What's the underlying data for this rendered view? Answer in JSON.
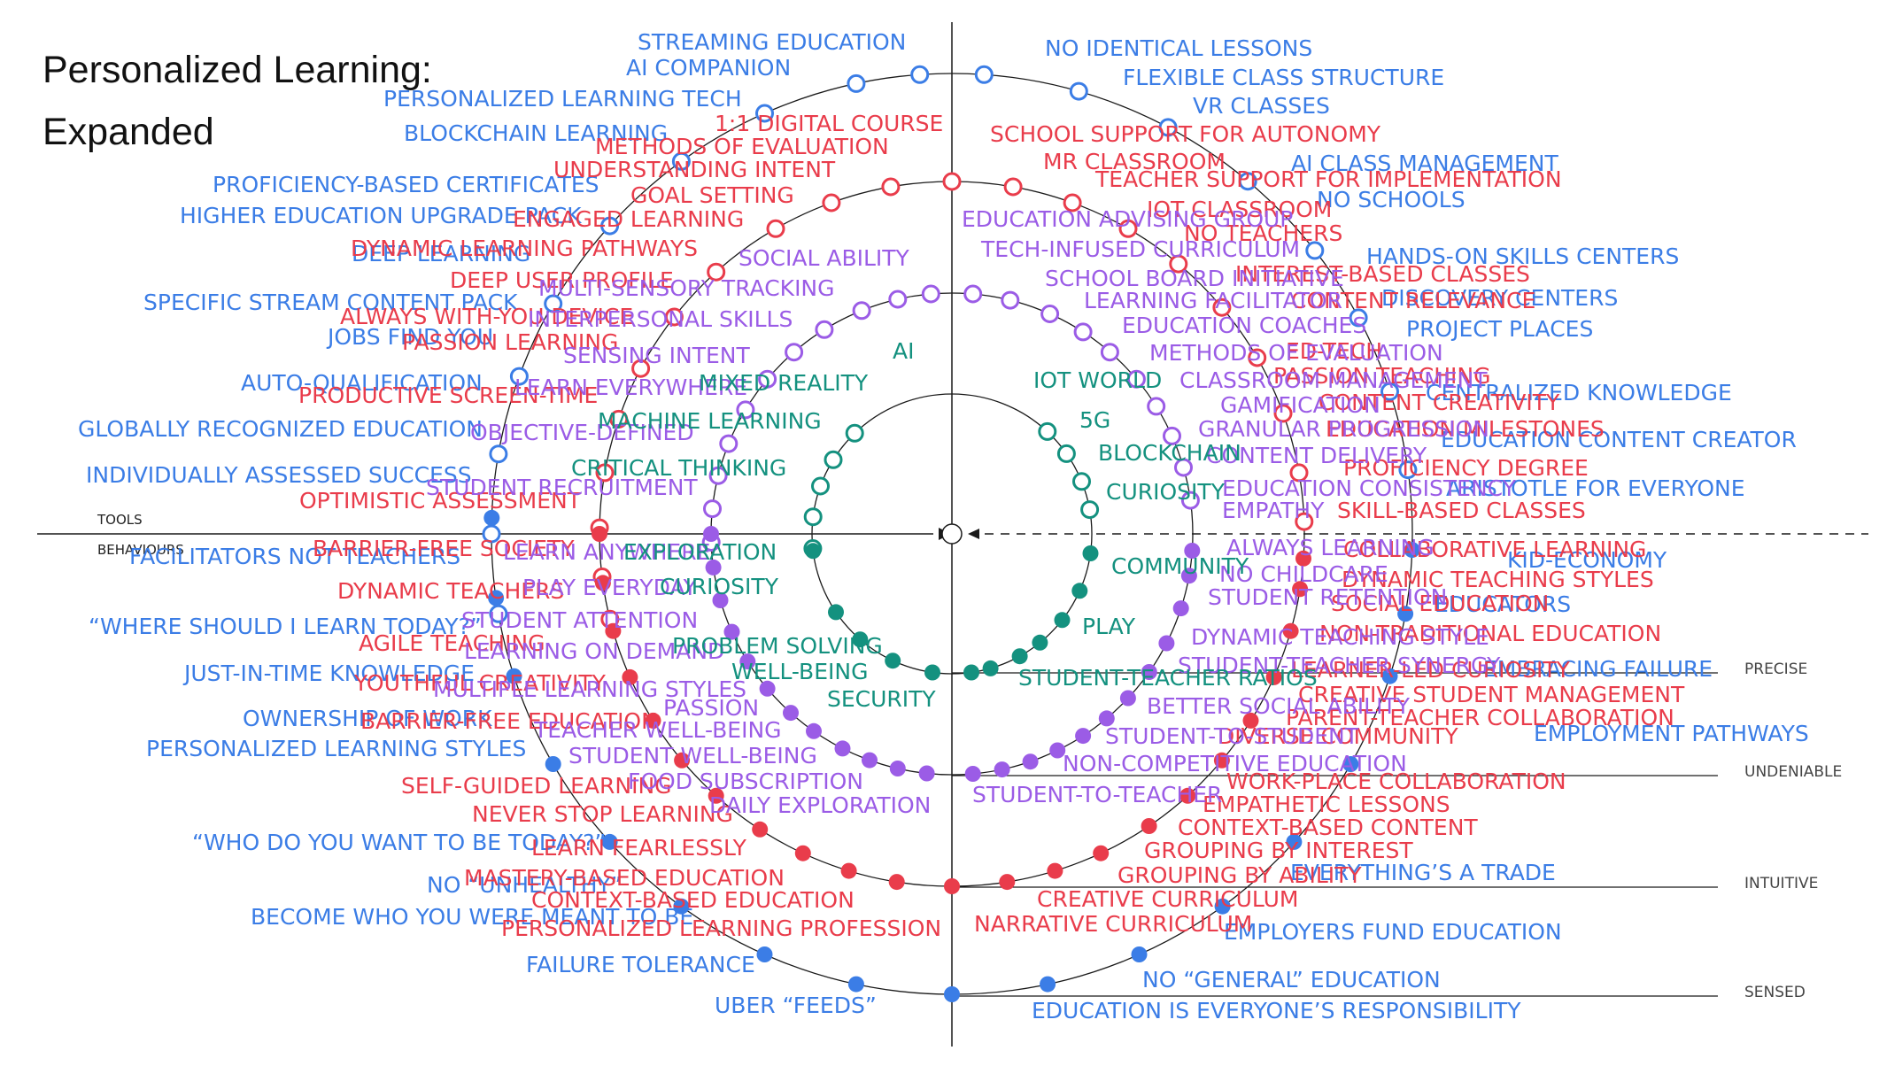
{
  "title_lines": [
    "Personalized Learning:",
    "Expanded"
  ],
  "axis_labels": {
    "upper": "TOOLS",
    "lower": "BEHAVIOURS"
  },
  "band_labels": [
    "PRECISE",
    "UNDENIABLE",
    "INTUITIVE",
    "SENSED"
  ],
  "colors": {
    "blue": "#3b7de6",
    "red": "#e93c4b",
    "purple": "#9b5ce6",
    "teal": "#14917f",
    "line": "#1a1a1a"
  },
  "marker_legend": {
    "hollow": "tools",
    "filled": "behaviours"
  },
  "rings": [
    "teal",
    "purple",
    "red",
    "blue"
  ],
  "labels": {
    "blue": [
      "STREAMING EDUCATION",
      "AI COMPANION",
      "PERSONALIZED LEARNING TECH",
      "BLOCKCHAIN LEARNING",
      "PROFICIENCY-BASED CERTIFICATES",
      "HIGHER EDUCATION UPGRADE PACK",
      "DEEP LEARNING",
      "SPECIFIC STREAM CONTENT PACK",
      "JOBS FIND YOU",
      "AUTO-QUALIFICATION",
      "GLOBALLY RECOGNIZED EDUCATION",
      "INDIVIDUALLY ASSESSED SUCCESS",
      "NO IDENTICAL LESSONS",
      "FLEXIBLE CLASS STRUCTURE",
      "VR CLASSES",
      "AI CLASS MANAGEMENT",
      "NO SCHOOLS",
      "HANDS-ON SKILLS CENTERS",
      "DISCOVERY CENTERS",
      "PROJECT PLACES",
      "CENTRALIZED KNOWLEDGE",
      "EDUCATION CONTENT CREATOR",
      "ARISTOTLE FOR EVERYONE",
      "FACILITATORS NOT TEACHERS",
      "“WHERE SHOULD I LEARN TODAY?”",
      "JUST-IN-TIME KNOWLEDGE",
      "OWNERSHIP OF WORK",
      "PERSONALIZED LEARNING STYLES",
      "“WHO DO YOU WANT TO BE TODAY?”",
      "NO “UNHEALTHY”",
      "BECOME WHO YOU WERE MEANT TO BE",
      "FAILURE TOLERANCE",
      "UBER “FEEDS”",
      "KID-ECONOMY",
      "EDUCATORS",
      "EMBRACING FAILURE",
      "EMPLOYMENT PATHWAYS",
      "EVERYTHING’S A TRADE",
      "EMPLOYERS FUND EDUCATION",
      "NO “GENERAL” EDUCATION",
      "EDUCATION IS EVERYONE’S RESPONSIBILITY"
    ],
    "red": [
      "1:1 DIGITAL COURSE",
      "METHODS OF EVALUATION",
      "UNDERSTANDING INTENT",
      "GOAL SETTING",
      "ENGAGED LEARNING",
      "DYNAMIC LEARNING PATHWAYS",
      "DEEP USER PROFILE",
      "ALWAYS WITH-YOU DEVICE",
      "PASSION LEARNING",
      "PRODUCTIVE SCREEN-TIME",
      "OPTIMISTIC ASSESSMENT",
      "SCHOOL SUPPORT FOR AUTONOMY",
      "MR CLASSROOM",
      "TEACHER SUPPORT FOR IMPLEMENTATION",
      "IOT CLASSROOM",
      "NO TEACHERS",
      "INTEREST-BASED CLASSES",
      "CONTENT RELEVANCE",
      "ED-TECH",
      "PASSION TEACHING",
      "CONTENT CREATIVITY",
      "EDUCATION MILESTONES",
      "PROFICIENCY DEGREE",
      "SKILL-BASED CLASSES",
      "BARRIER-FREE SOCIETY",
      "DYNAMIC TEACHERS",
      "AGILE TEACHING",
      "YOUTHFUL CREATIVITY",
      "BARRIER-FREE EDUCATION",
      "SELF-GUIDED LEARNING",
      "NEVER STOP LEARNING",
      "LEARN FEARLESSLY",
      "MASTERY-BASED EDUCATION",
      "CONTEXT-BASED EDUCATION",
      "PERSONALIZED LEARNING PROFESSION",
      "COLLABORATIVE LEARNING",
      "DYNAMIC TEACHING STYLES",
      "SOCIAL EDUCATION",
      "NON-TRADITIONAL EDUCATION",
      "LEARNER-LED CURIOSITY",
      "CREATIVE STUDENT MANAGEMENT",
      "PARENT-TEACHER COLLABORATION",
      "DIVERSE COMMUNITY",
      "WORK-PLACE COLLABORATION",
      "EMPATHETIC LESSONS",
      "CONTEXT-BASED CONTENT",
      "GROUPING BY INTEREST",
      "GROUPING BY ABILITY",
      "CREATIVE CURRICULUM",
      "NARRATIVE CURRICULUM"
    ],
    "purple": [
      "SOCIAL ABILITY",
      "MULTI-SENSORY TRACKING",
      "INTERPERSONAL SKILLS",
      "SENSING INTENT",
      "LEARN EVERYWHERE",
      "OBJECTIVE-DEFINED",
      "STUDENT RECRUITMENT",
      "EDUCATION ADVISING GROUP",
      "TECH-INFUSED CURRICULUM",
      "SCHOOL BOARD INITIATIVE",
      "LEARNING FACILITATOR",
      "EDUCATION COACHES",
      "METHODS OF EVALUATION",
      "CLASSROOM MANAGEMENT",
      "GAMIFICATION",
      "GRANULAR PROGRESSION",
      "CONTENT DELIVERY",
      "EDUCATION CONSISTENCY",
      "EMPATHY",
      "LEARN ANYWHERE",
      "PLAY EVERYDAY",
      "STUDENT ATTENTION",
      "LEARNING ON DEMAND",
      "MULTIPLE LEARNING STYLES",
      "PASSION",
      "TEACHER WELL-BEING",
      "STUDENT WELL-BEING",
      "FOOD SUBSCRIPTION",
      "DAILY EXPLORATION",
      "ALWAYS LEARNING",
      "NO CHILDCARE",
      "STUDENT RETENTION",
      "DYNAMIC TEACHING STYLE",
      "STUDENT-TEACHER SYNERGY",
      "BETTER SOCIAL ABILITY",
      "STUDENT-TO-STUDENT",
      "NON-COMPETITIVE EDUCATION",
      "STUDENT-TO-TEACHER"
    ],
    "teal": [
      "AI",
      "MIXED REALITY",
      "MACHINE LEARNING",
      "CRITICAL THINKING",
      "IOT WORLD",
      "5G",
      "BLOCKCHAIN",
      "CURIOSITY",
      "EXPLORATION",
      "CURIOSITY",
      "PROBLEM SOLVING",
      "WELL-BEING",
      "SECURITY",
      "COMMUNITY",
      "PLAY",
      "STUDENT-TEACHER RATIOS"
    ]
  }
}
